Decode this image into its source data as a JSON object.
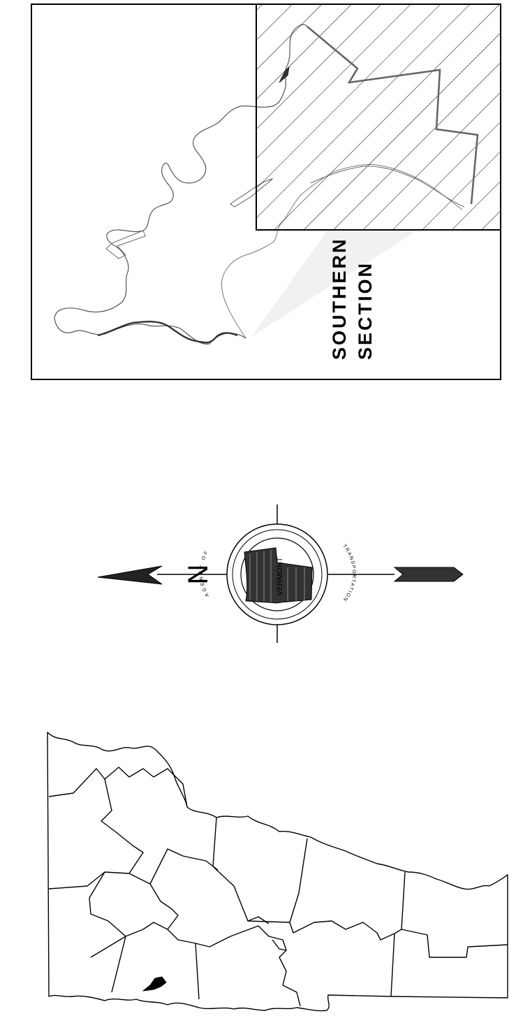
{
  "inset_map": {
    "label_line1": "SOUTHERN",
    "label_line2": "SECTION"
  },
  "north_arrow": {
    "letter": "N"
  },
  "seal": {
    "center_text": "VERMONT",
    "ring_text_left": "AGENCY OF",
    "ring_text_right": "TRANSPORTATION"
  }
}
